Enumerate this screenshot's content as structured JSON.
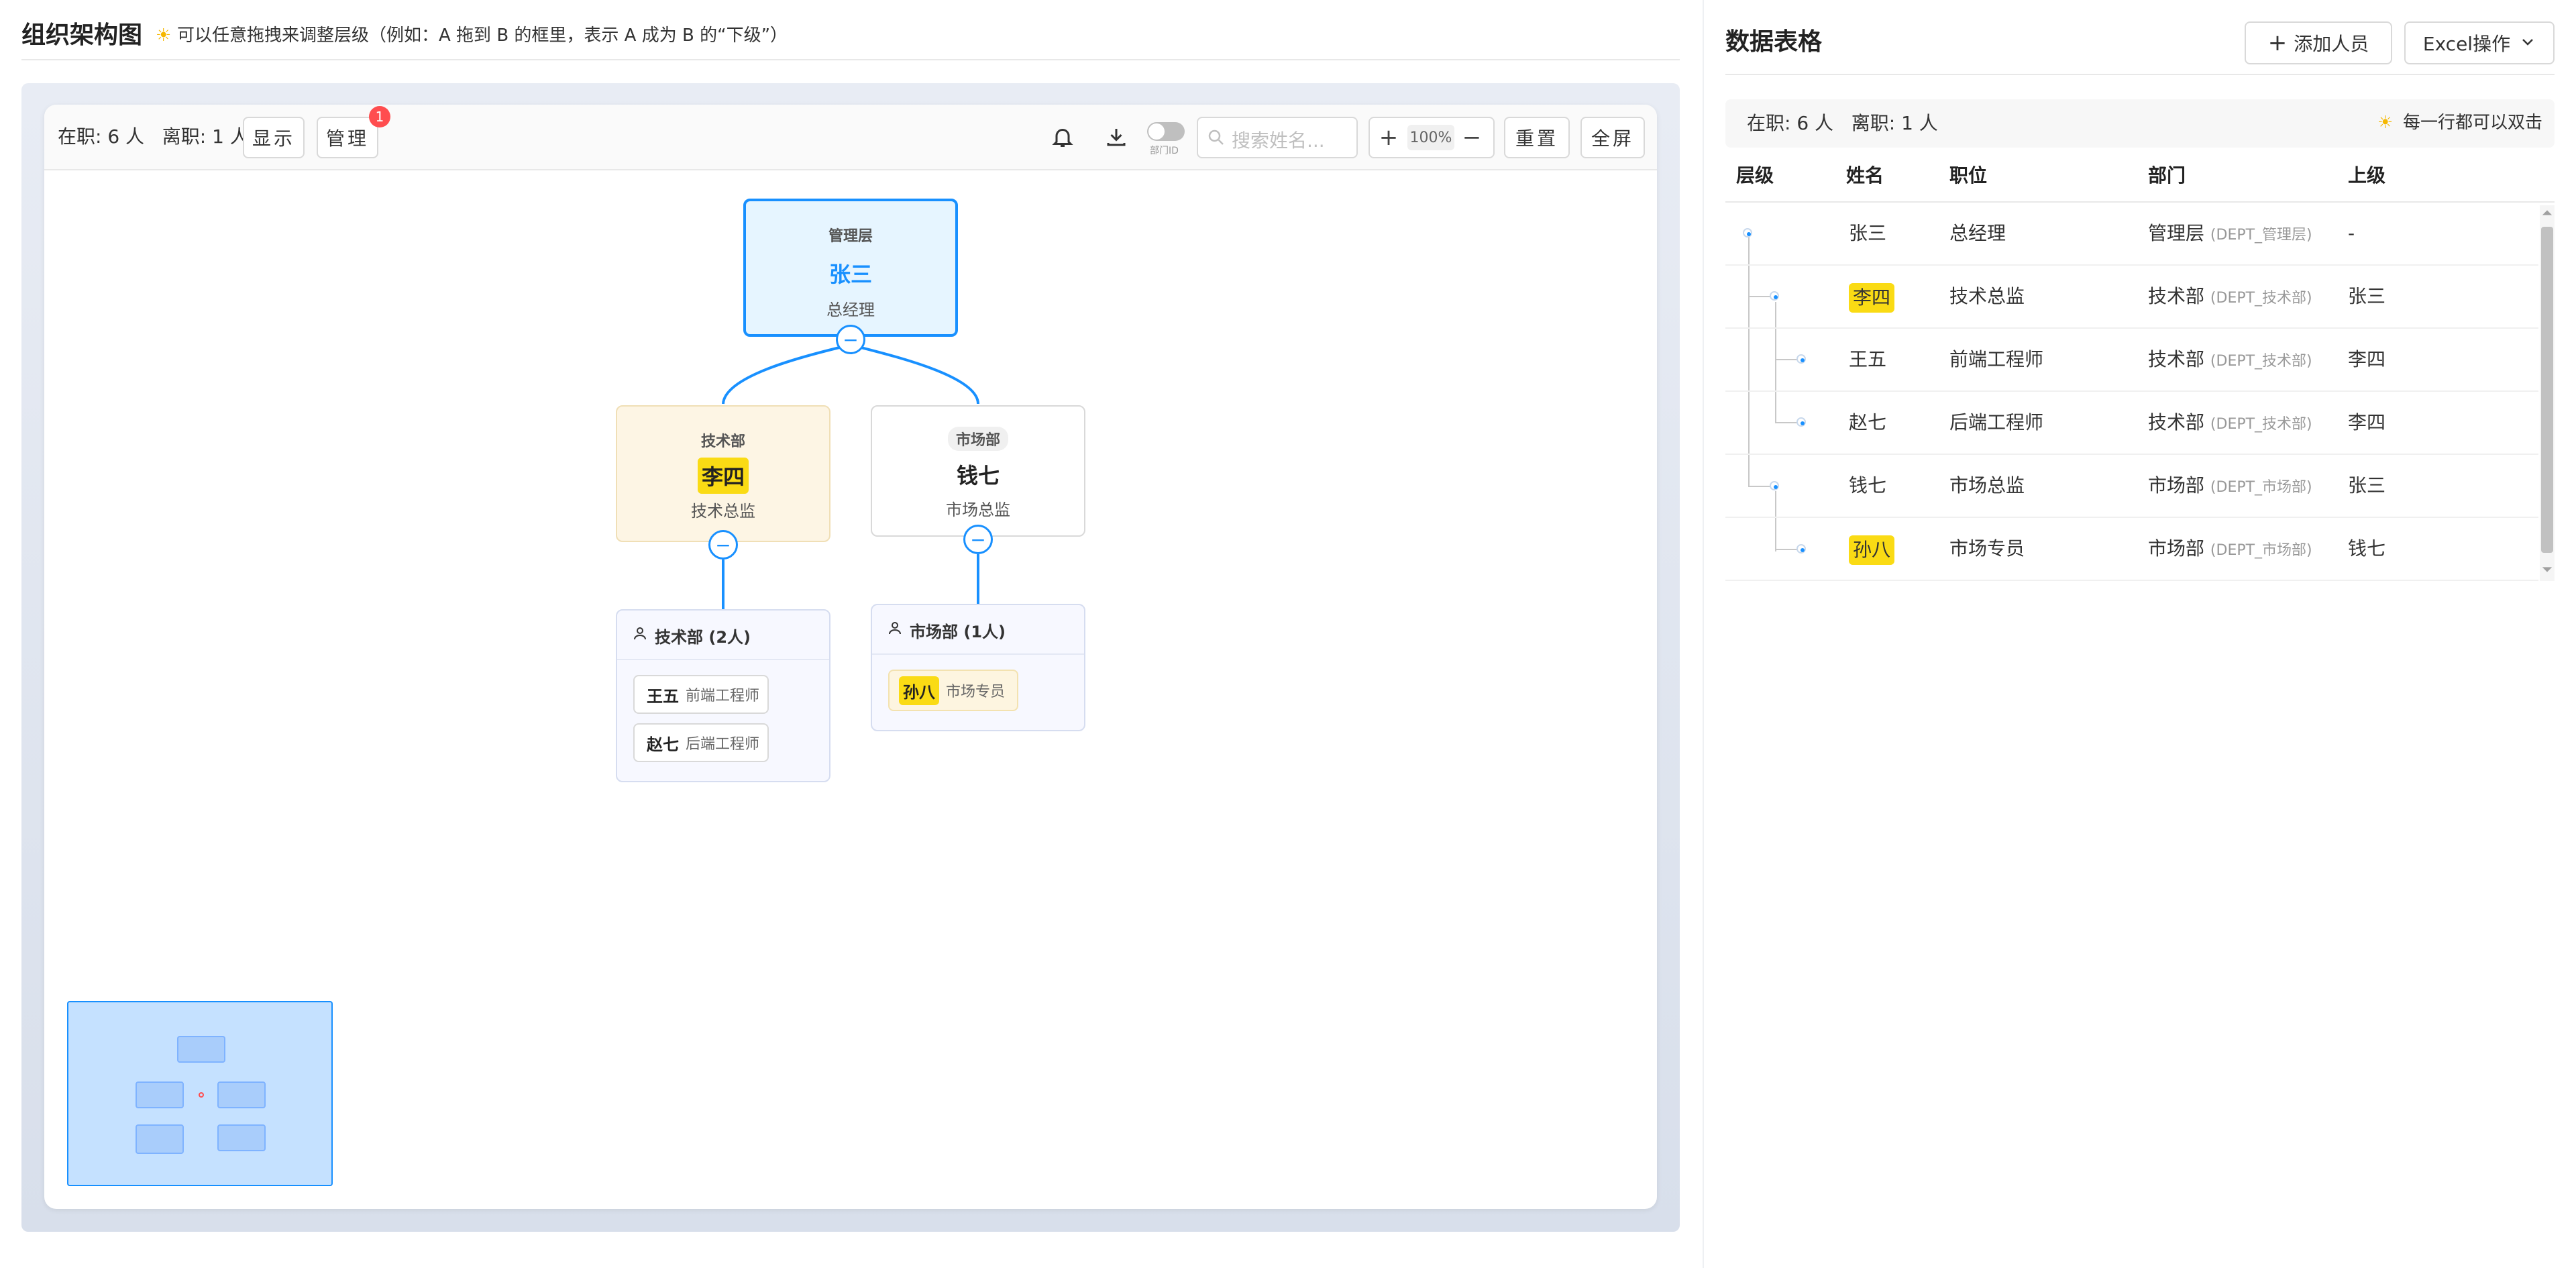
{
  "left": {
    "title": "组织架构图",
    "tip": "可以任意拖拽来调整层级（例如：A 拖到 B 的框里，表示 A 成为 B 的“下级”）",
    "tip_icon": "sun-icon",
    "toolbar": {
      "stats": "在职: 6 人   离职: 1 人",
      "show_label": "显示",
      "manage_label": "管理",
      "manage_badge": "1",
      "toggle_label": "部门ID",
      "toggle_on": false,
      "search_placeholder": "搜索姓名...",
      "zoom_level": "100%",
      "reset_label": "重置",
      "fullscreen_label": "全屏"
    },
    "org": {
      "root": {
        "dept": "管理层",
        "name": "张三",
        "title": "总经理"
      },
      "tech": {
        "dept": "技术部",
        "name": "李四",
        "title": "技术总监"
      },
      "market": {
        "dept": "市场部",
        "name": "钱七",
        "title": "市场总监"
      },
      "tech_group": {
        "header": "技术部 (2人)",
        "members": [
          {
            "name": "王五",
            "role": "前端工程师"
          },
          {
            "name": "赵七",
            "role": "后端工程师"
          }
        ]
      },
      "market_group": {
        "header": "市场部 (1人)",
        "members": [
          {
            "name": "孙八",
            "role": "市场专员"
          }
        ]
      },
      "collapse_glyph": "−"
    }
  },
  "right": {
    "title": "数据表格",
    "add_label": "添加人员",
    "excel_label": "Excel操作",
    "stats": "在职: 6 人   离职: 1 人",
    "tip": "每一行都可以双击",
    "columns": [
      "层级",
      "姓名",
      "职位",
      "部门",
      "上级"
    ],
    "rows": [
      {
        "level": 0,
        "name": "张三",
        "position": "总经理",
        "dept": "管理层",
        "code": "(DEPT_管理层)",
        "superior": "-",
        "highlight": false
      },
      {
        "level": 1,
        "name": "李四",
        "position": "技术总监",
        "dept": "技术部",
        "code": "(DEPT_技术部)",
        "superior": "张三",
        "highlight": true
      },
      {
        "level": 2,
        "name": "王五",
        "position": "前端工程师",
        "dept": "技术部",
        "code": "(DEPT_技术部)",
        "superior": "李四",
        "highlight": false
      },
      {
        "level": 2,
        "name": "赵七",
        "position": "后端工程师",
        "dept": "技术部",
        "code": "(DEPT_技术部)",
        "superior": "李四",
        "highlight": false
      },
      {
        "level": 1,
        "name": "钱七",
        "position": "市场总监",
        "dept": "市场部",
        "code": "(DEPT_市场部)",
        "superior": "张三",
        "highlight": false
      },
      {
        "level": 2,
        "name": "孙八",
        "position": "市场专员",
        "dept": "市场部",
        "code": "(DEPT_市场部)",
        "superior": "钱七",
        "highlight": true
      }
    ]
  },
  "colors": {
    "accent": "#1890ff",
    "highlight": "#fadb14",
    "badge": "#ff4d4f"
  },
  "icons": [
    "sun-icon",
    "bell-icon",
    "download-icon",
    "search-icon",
    "plus-icon",
    "minus-icon",
    "user-icon",
    "chevron-down-icon"
  ]
}
